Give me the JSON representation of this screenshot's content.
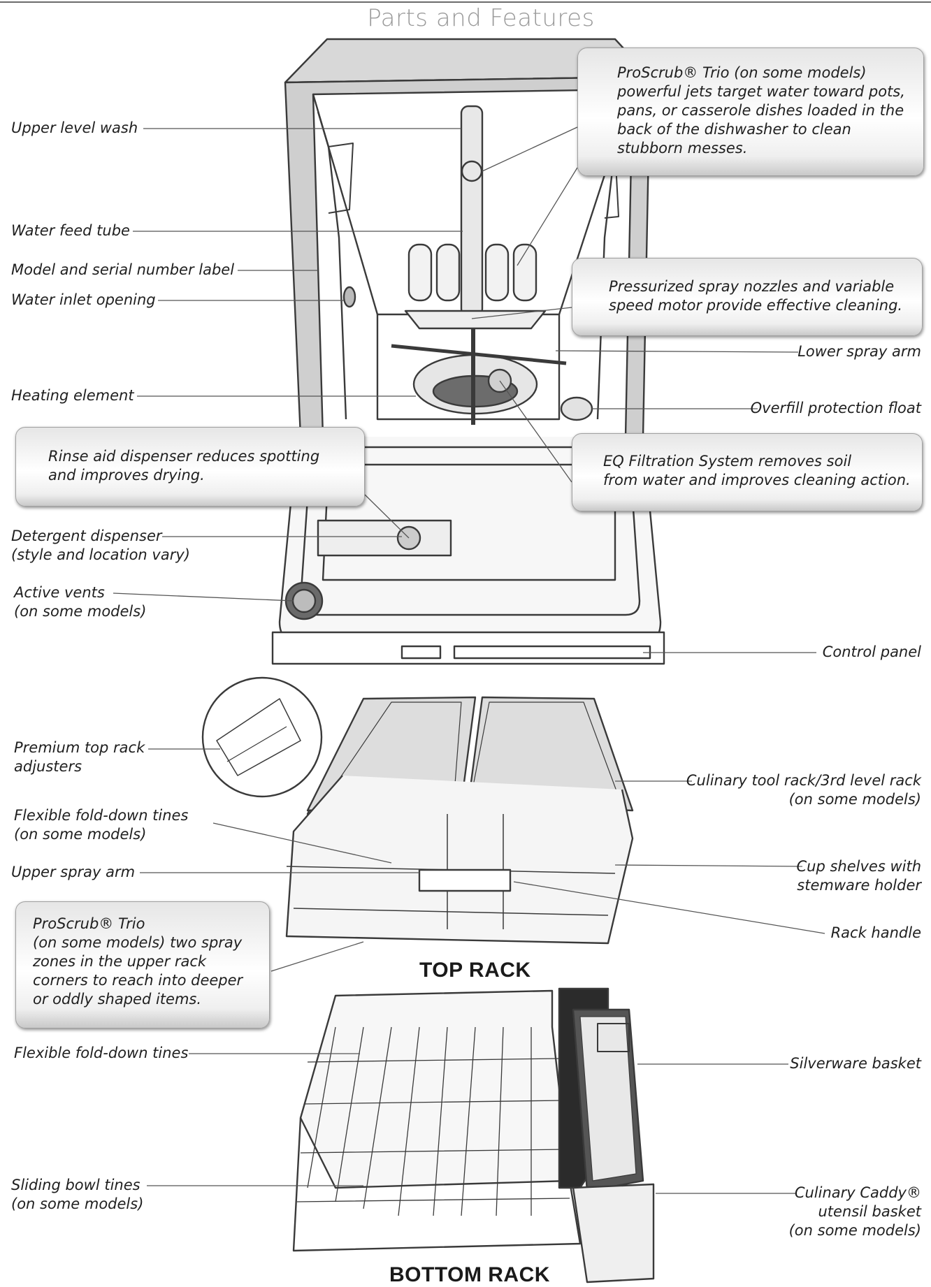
{
  "title": "Parts and Features",
  "labels": {
    "upper_level_wash": "Upper level wash",
    "water_feed_tube": "Water feed tube",
    "model_serial_label": "Model and serial number label",
    "water_inlet_opening": "Water inlet opening",
    "heating_element": "Heating element",
    "detergent_dispenser": [
      "Detergent dispenser",
      "(style and location vary)"
    ],
    "active_vents": [
      "Active vents",
      "(on some models)"
    ],
    "lower_spray_arm": "Lower spray arm",
    "overfill_protection_float": "Overfill protection float",
    "control_panel": "Control panel",
    "premium_top_rack_adjusters": [
      "Premium top rack",
      "adjusters"
    ],
    "flexible_fold_down_tines_top": [
      "Flexible fold-down tines",
      "(on some models)"
    ],
    "upper_spray_arm": "Upper spray arm",
    "culinary_tool_rack": [
      "Culinary tool rack/3rd level rack",
      "(on some models)"
    ],
    "cup_shelves": [
      "Cup shelves with",
      "stemware holder"
    ],
    "rack_handle": "Rack handle",
    "flexible_fold_down_tines_bottom": "Flexible fold-down tines",
    "sliding_bowl_tines": [
      "Sliding bowl tines",
      "(on some models)"
    ],
    "silverware_basket": "Silverware basket",
    "culinary_caddy": [
      "Culinary Caddy®",
      "utensil basket",
      "(on some models)"
    ]
  },
  "callouts": {
    "proscrub_top": [
      "ProScrub® Trio (on some models)",
      "powerful jets target water toward pots,",
      "pans, or casserole dishes loaded in the",
      "back of the dishwasher to clean",
      "stubborn messes."
    ],
    "pressurized_nozzles": [
      "Pressurized spray nozzles and variable",
      "speed motor provide effective cleaning."
    ],
    "rinse_aid": [
      "Rinse aid dispenser reduces spotting",
      "and improves drying."
    ],
    "eq_filtration": [
      "EQ Filtration System removes soil",
      "from water and improves cleaning action."
    ],
    "proscrub_rack": [
      "ProScrub® Trio",
      "(on some models) two spray",
      "zones in the upper rack",
      "corners to reach into deeper",
      "or oddly shaped items."
    ]
  },
  "rack_titles": {
    "top": "TOP RACK",
    "bottom": "BOTTOM RACK"
  },
  "colors": {
    "line": "#555555",
    "title": "#9a9a9a",
    "text": "#1f1f1f"
  }
}
